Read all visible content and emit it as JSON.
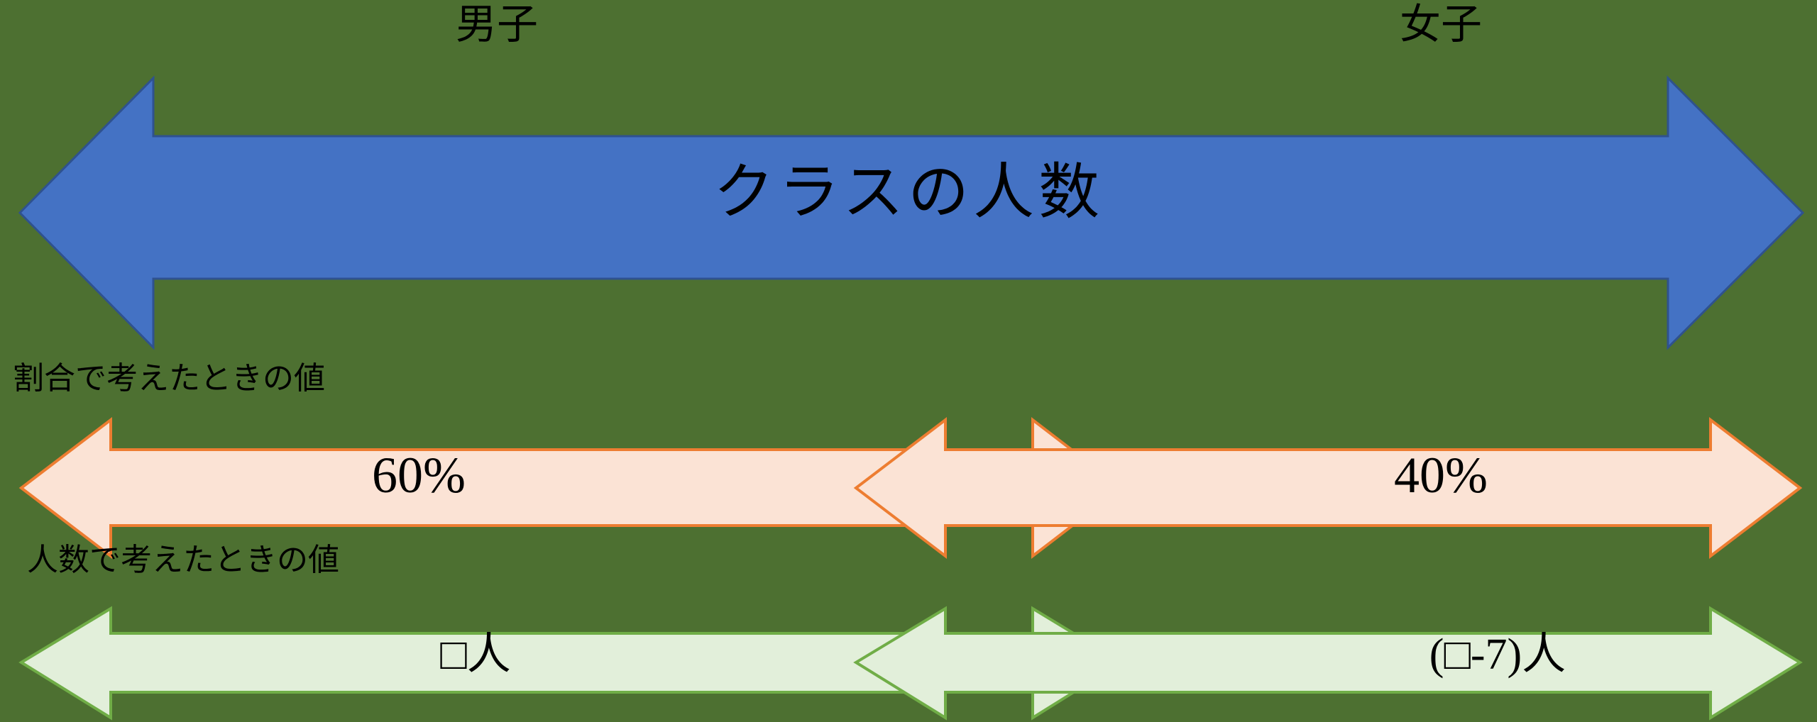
{
  "background_color": "#4D7031",
  "header": {
    "left_label": "男子",
    "right_label": "女子"
  },
  "captions": {
    "ratio_row": "割合で考えたときの値",
    "people_row": "人数で考えたときの値"
  },
  "arrows": {
    "total": {
      "label": "クラスの人数",
      "fill": "#4472C4",
      "stroke": "#2F528F",
      "direction": "double"
    },
    "ratio_left": {
      "label": "60%",
      "fill": "#FBE3D5",
      "stroke": "#ED7D31",
      "direction": "left"
    },
    "ratio_right": {
      "label": "40%",
      "fill": "#FBE3D5",
      "stroke": "#ED7D31",
      "direction": "right"
    },
    "people_left": {
      "label": "□人",
      "fill": "#E2EFDA",
      "stroke": "#70AD47",
      "direction": "left"
    },
    "people_right": {
      "label": "(□-7)人",
      "fill": "#E2EFDA",
      "stroke": "#70AD47",
      "direction": "right"
    }
  },
  "chart_data": {
    "type": "bar",
    "title": "クラスの人数",
    "categories": [
      "男子",
      "女子"
    ],
    "series": [
      {
        "name": "割合で考えたときの値",
        "values": [
          "60%",
          "40%"
        ]
      },
      {
        "name": "人数で考えたときの値",
        "values": [
          "□人",
          "(□-7)人"
        ]
      }
    ],
    "xlabel": "",
    "ylabel": "",
    "legend": "none",
    "grid": false
  }
}
